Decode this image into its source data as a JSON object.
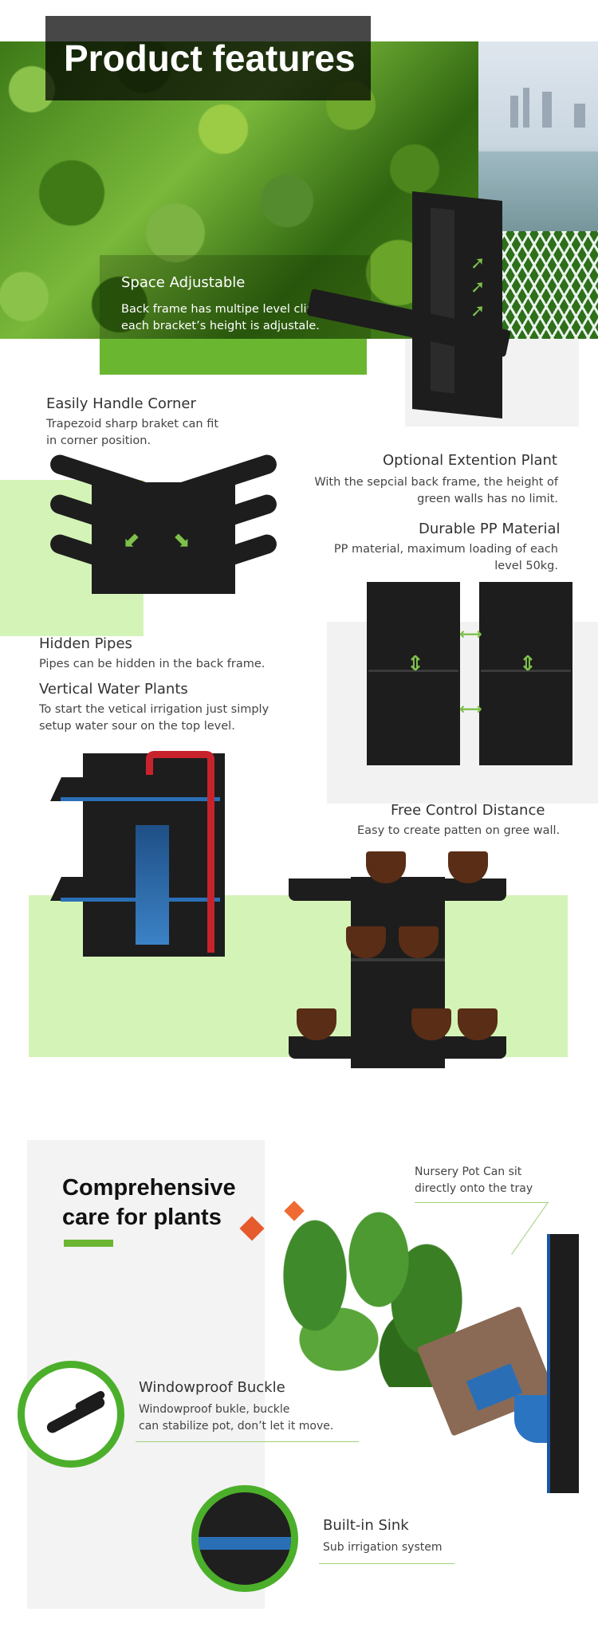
{
  "hero": {
    "title": "Product features",
    "feature_title": "Space Adjustable",
    "feature_line1": "Back frame has multipe level clip,",
    "feature_line2": "each bracket’s height is adjustale."
  },
  "features": {
    "corner": {
      "title": "Easily Handle Corner",
      "line1": "Trapezoid sharp braket can fit",
      "line2": "in corner position."
    },
    "extension": {
      "title": "Optional Extention Plant",
      "line1": "With the sepcial back frame, the height of",
      "line2": "green walls has no limit."
    },
    "material": {
      "title": "Durable PP Material",
      "line1": "PP material, maximum loading of each",
      "line2": "level 50kg."
    },
    "pipes": {
      "title": "Hidden Pipes",
      "line1": "Pipes can be hidden in the back frame."
    },
    "water": {
      "title": "Vertical Water Plants",
      "line1": "To start the vetical irrigation just simply",
      "line2": "setup water sour on the top level."
    },
    "distance": {
      "title": "Free Control Distance",
      "line1": "Easy to create patten on gree wall."
    }
  },
  "care": {
    "title_line1": "Comprehensive",
    "title_line2": "care for plants",
    "nursery": {
      "line1": "Nursery Pot Can sit",
      "line2": "directly onto the tray"
    },
    "buckle": {
      "title": "Windowproof Buckle",
      "line1": "Windowproof bukle, buckle",
      "line2": "can stabilize pot, don’t let it move."
    },
    "sink": {
      "title": "Built-in Sink",
      "line1": "Sub irrigation system"
    }
  },
  "colors": {
    "accent_green": "#6ab631",
    "light_green": "#d4f4b7",
    "circle_green": "#4caf2b",
    "product_black": "#1d1d1d"
  },
  "icons": [
    "arrow-up-right-icon",
    "arrow-left-right-icon",
    "arrow-up-down-icon"
  ]
}
